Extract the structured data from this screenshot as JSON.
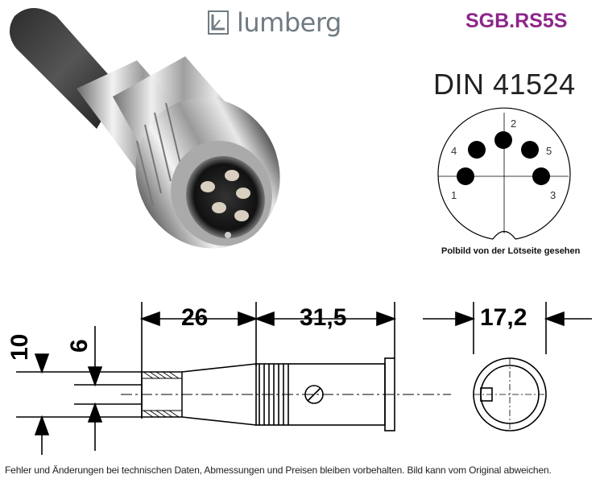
{
  "brand": {
    "name": "lumberg"
  },
  "product_code": "SGB.RS5S",
  "standard": "DIN 41524",
  "pin_diagram": {
    "pins": [
      "1",
      "2",
      "3",
      "4",
      "5"
    ],
    "caption": "Polbild von der Lötseite gesehen"
  },
  "dimensions": {
    "d10": "10",
    "d6": "6",
    "d26": "26",
    "d31_5": "31,5",
    "d17_2": "17,2"
  },
  "footer": "Fehler und Änderungen bei technischen Daten, Abmessungen und Preisen bleiben vorbehalten. Bild kann vom Original abweichen.",
  "colors": {
    "sku": "#8d268a",
    "logo": "#6f7b82"
  }
}
